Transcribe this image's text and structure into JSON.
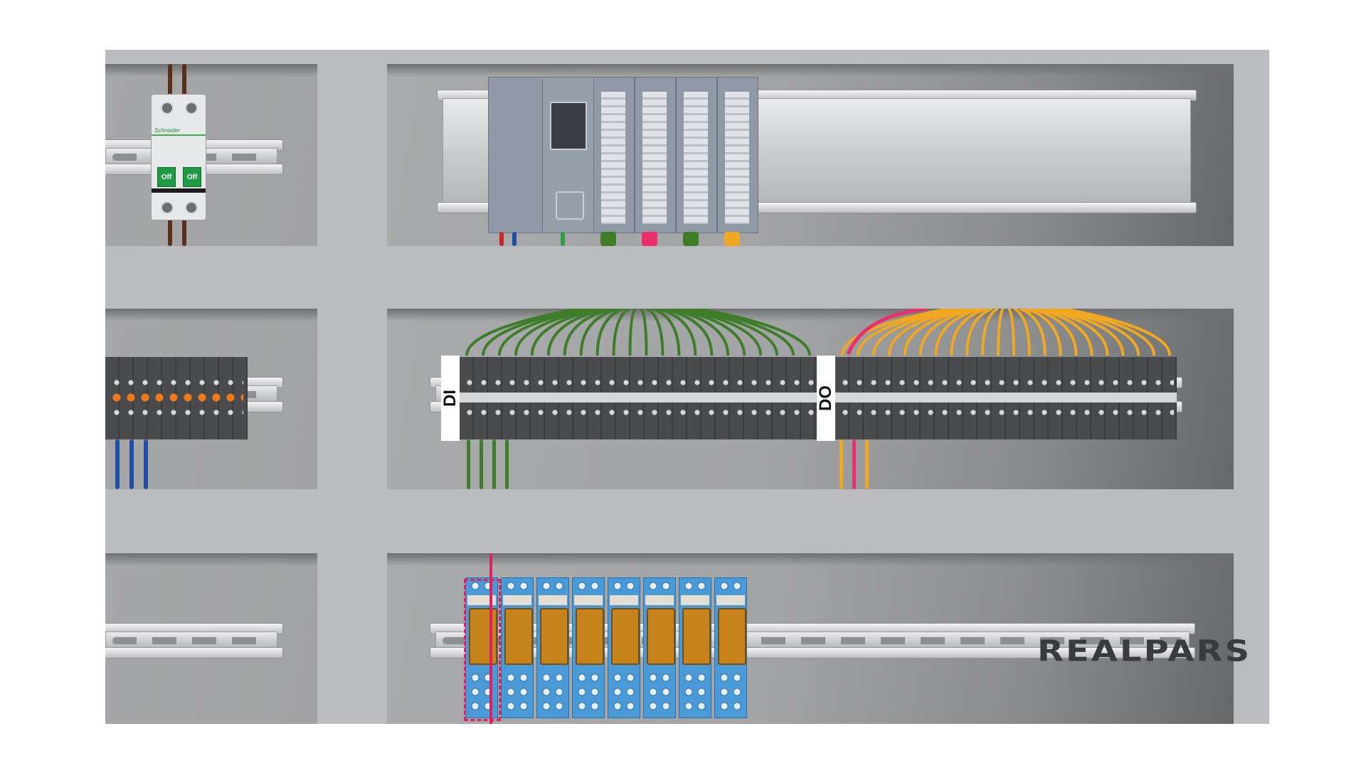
{
  "breaker": {
    "brand": "Schneider",
    "poles": [
      {
        "switch_label": "Off"
      },
      {
        "switch_label": "Off"
      }
    ]
  },
  "terminal_groups": [
    {
      "label": "DI",
      "wire_color": "#3f7d2a"
    },
    {
      "label": "DO",
      "wire_color": "#f0a722",
      "accent_color": "#ea2f6b"
    }
  ],
  "logo": {
    "text": "REALPARS"
  },
  "colors": {
    "frame": "#babcbf",
    "plc_module": "#8f9aa6",
    "relay_base": "#4b9ad8",
    "relay_coil": "#c8841c",
    "highlight": "#e0205f",
    "fuse_indicator": "#f07a1a",
    "blue_wire": "#1f4fa3"
  }
}
